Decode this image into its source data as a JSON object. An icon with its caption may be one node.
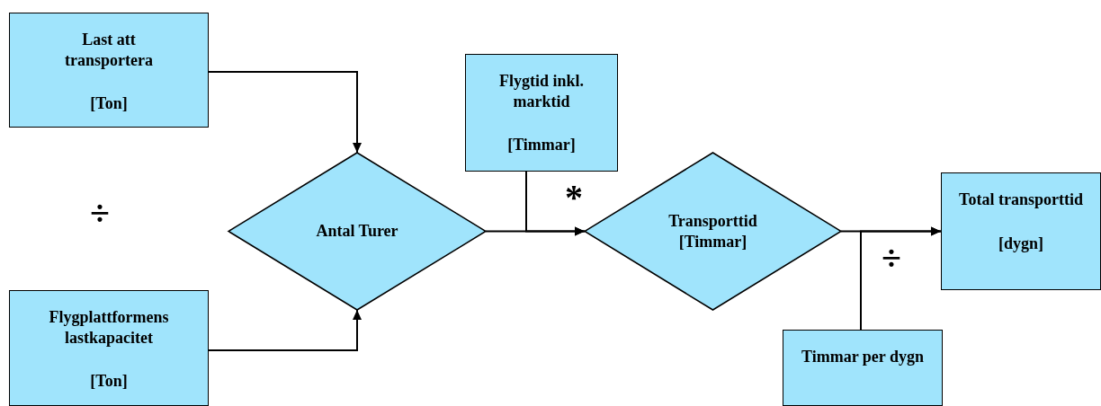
{
  "diagram": {
    "nodes": [
      {
        "text": [
          "Last att transportera",
          "[Ton]"
        ]
      },
      {
        "text": [
          "Flygplattformens lastkapacitet",
          "[Ton]"
        ]
      },
      {
        "text": [
          "Antal Turer"
        ]
      },
      {
        "text": [
          "Flygtid inkl. marktid",
          "[Timmar]"
        ]
      },
      {
        "text": [
          "Transporttid [Timmar]"
        ]
      },
      {
        "text": [
          "Total transporttid",
          "[dygn]"
        ]
      },
      {
        "text": [
          "Timmar per dygn"
        ]
      }
    ],
    "edges": [
      {
        "from": 0,
        "to": 2,
        "arrow": "to"
      },
      {
        "from": 1,
        "to": 2,
        "arrow": "to"
      },
      {
        "from": 2,
        "to": 4,
        "arrow": "to"
      },
      {
        "from": 3,
        "to": 4,
        "arrow": "to"
      },
      {
        "from": 4,
        "to": 5,
        "arrow": "to"
      },
      {
        "from": 6,
        "to": 5,
        "arrow": "to"
      }
    ],
    "labels": [
      "÷",
      "*",
      "÷"
    ]
  }
}
